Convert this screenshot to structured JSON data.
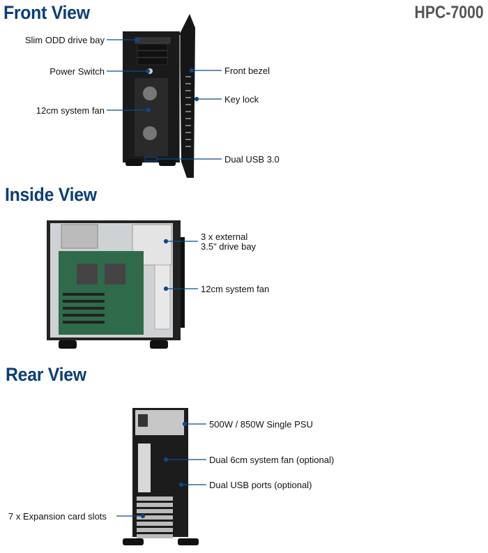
{
  "model": "HPC-7000",
  "sections": {
    "front": {
      "title": "Front View",
      "callouts": [
        "Slim ODD drive bay",
        "Power Switch",
        "12cm system fan",
        "Front bezel",
        "Key lock",
        "Dual USB 3.0"
      ]
    },
    "inside": {
      "title": "Inside View",
      "callouts": [
        "3 x external",
        "3.5\" drive bay",
        "12cm system fan"
      ]
    },
    "rear": {
      "title": "Rear View",
      "callouts": [
        "500W / 850W Single PSU",
        "Dual 6cm system fan (optional)",
        "Dual USB ports (optional)",
        "7 x Expansion card slots"
      ]
    }
  },
  "colors": {
    "title": "#0b3d78",
    "leader": "#0b4a8a",
    "model": "#555555"
  }
}
